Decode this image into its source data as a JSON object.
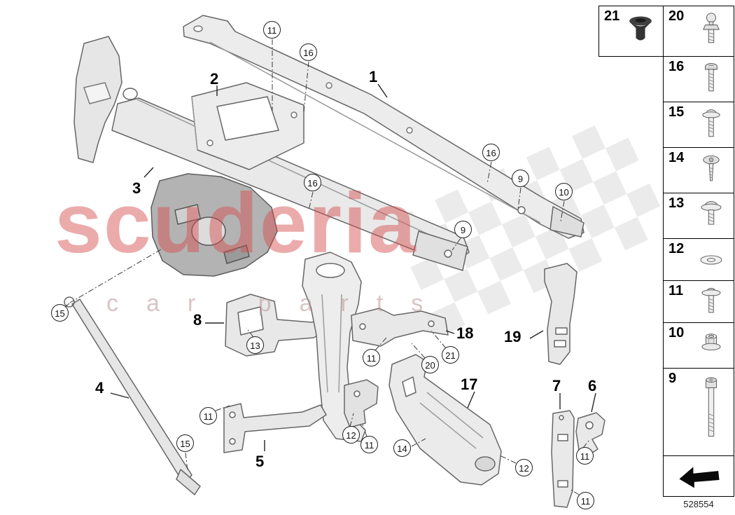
{
  "page": {
    "part_number": "528554",
    "background": "#ffffff",
    "line_color": "#666666",
    "watermark_color": "#d65050"
  },
  "watermark": {
    "title": "scuderia",
    "subtitle": "car parts"
  },
  "legend": {
    "items": [
      {
        "num": "21",
        "icon": "grommet-icon"
      },
      {
        "num": "20",
        "icon": "ball-pin-icon"
      },
      {
        "num": "16",
        "icon": "screw-icon"
      },
      {
        "num": "15",
        "icon": "screw-washer-icon"
      },
      {
        "num": "14",
        "icon": "torx-screw-icon"
      },
      {
        "num": "13",
        "icon": "dome-screw-washer-icon"
      },
      {
        "num": "12",
        "icon": "washer-icon"
      },
      {
        "num": "11",
        "icon": "screw-large-washer-icon"
      },
      {
        "num": "10",
        "icon": "flange-nut-icon"
      },
      {
        "num": "9",
        "icon": "socket-bolt-icon"
      }
    ]
  },
  "callouts": {
    "parts": [
      {
        "label": "1"
      },
      {
        "label": "2"
      },
      {
        "label": "3"
      },
      {
        "label": "4"
      },
      {
        "label": "5"
      },
      {
        "label": "6"
      },
      {
        "label": "7"
      },
      {
        "label": "8"
      },
      {
        "label": "17"
      },
      {
        "label": "18"
      },
      {
        "label": "19"
      }
    ],
    "fasteners": [
      {
        "label": "11"
      },
      {
        "label": "16"
      },
      {
        "label": "16"
      },
      {
        "label": "16"
      },
      {
        "label": "9"
      },
      {
        "label": "10"
      },
      {
        "label": "9"
      },
      {
        "label": "15"
      },
      {
        "label": "13"
      },
      {
        "label": "11"
      },
      {
        "label": "20"
      },
      {
        "label": "21"
      },
      {
        "label": "11"
      },
      {
        "label": "15"
      },
      {
        "label": "12"
      },
      {
        "label": "11"
      },
      {
        "label": "14"
      },
      {
        "label": "12"
      },
      {
        "label": "11"
      },
      {
        "label": "11"
      }
    ]
  }
}
